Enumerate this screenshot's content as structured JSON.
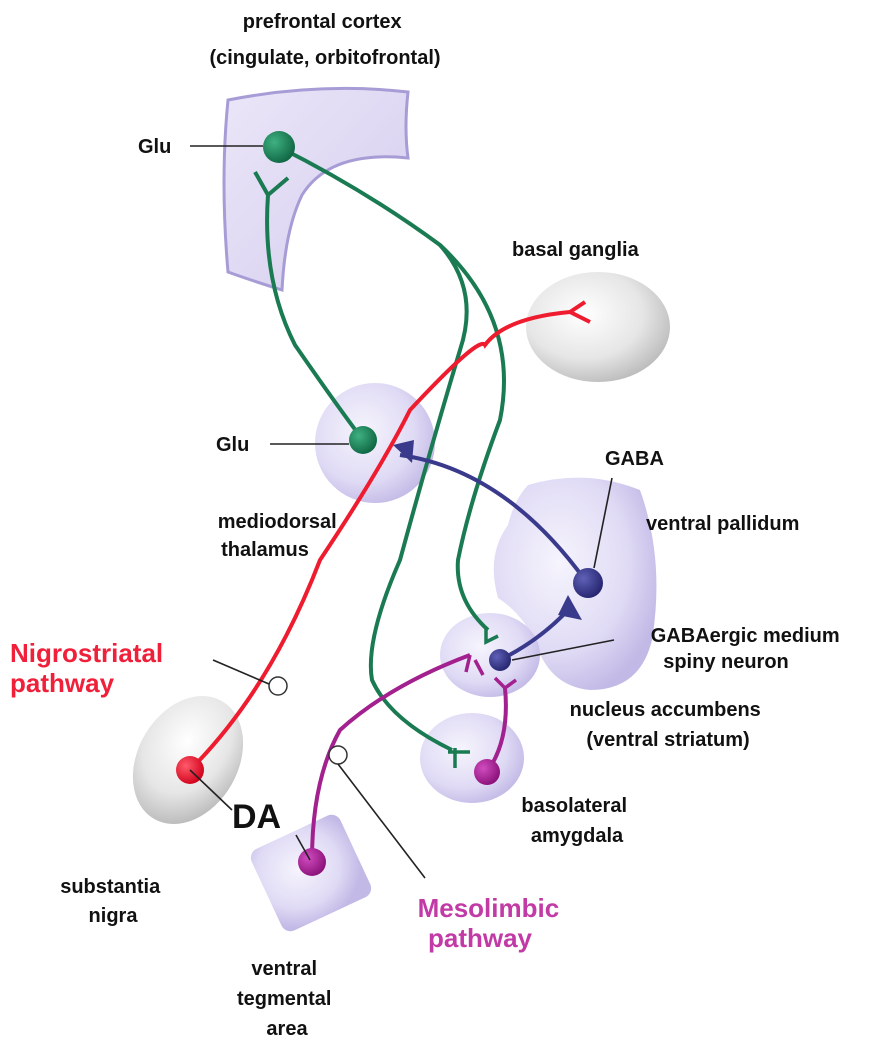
{
  "regions": {
    "prefrontal_cortex": [
      "prefrontal cortex",
      "(cingulate, orbitofrontal)"
    ],
    "basal_ganglia": "basal ganglia",
    "mediodorsal_thalamus": [
      "mediodorsal",
      "thalamus"
    ],
    "ventral_pallidum": "ventral pallidum",
    "nucleus_accumbens": [
      "nucleus accumbens",
      "(ventral striatum)"
    ],
    "basolateral_amygdala": [
      "basolateral",
      "amygdala"
    ],
    "substantia_nigra": [
      "substantia",
      "nigra"
    ],
    "ventral_tegmental_area": [
      "ventral",
      "tegmental",
      "area"
    ]
  },
  "neurotransmitters": {
    "glu_cortex": "Glu",
    "glu_thalamus": "Glu",
    "gaba_pallidum": "GABA",
    "gaba_msn": [
      "GABAergic medium",
      "spiny neuron"
    ],
    "da": "DA"
  },
  "pathways": {
    "nigrostriatal": [
      "Nigrostriatal",
      "pathway"
    ],
    "mesolimbic": [
      "Mesolimbic",
      "pathway"
    ]
  },
  "colors": {
    "glutamate": "#1a7a52",
    "gaba": "#3a3a8c",
    "nigrostriatal": "#ee1c2e",
    "mesolimbic": "#a3208f",
    "nigrostriatal_label": "#f0203a",
    "mesolimbic_label": "#c23aa6",
    "region_lavender": "#d6d0f0",
    "region_gray": "#d9d9d9"
  }
}
